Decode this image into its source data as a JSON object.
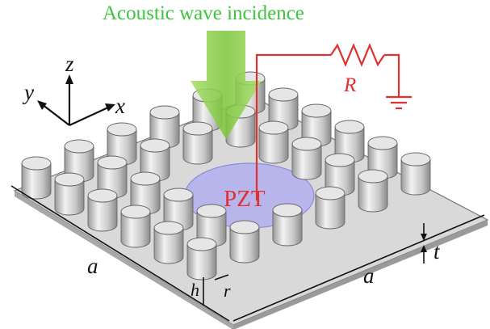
{
  "title": "Acoustic wave incidence",
  "axes": {
    "x": "x",
    "y": "y",
    "z": "z"
  },
  "labels": {
    "pzt": "PZT",
    "resistor": "R",
    "side_a_left": "a",
    "side_a_right": "a",
    "thickness": "t",
    "height": "h",
    "radius": "r"
  },
  "colors": {
    "title": "#3fc43f",
    "arrow": "#8fd14f",
    "circuit": "#e03030",
    "pzt_disk": "#b7b4ee",
    "plate": "#dcdcdc",
    "pillar": "#d9d9d9"
  }
}
